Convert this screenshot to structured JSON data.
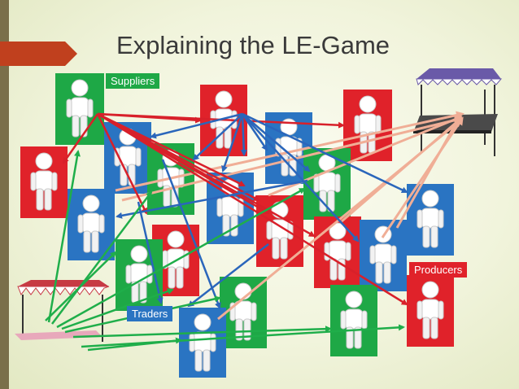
{
  "slide": {
    "title": "Explaining the LE-Game",
    "labels": {
      "suppliers": "Suppliers",
      "traders": "Traders",
      "producers": "Producers"
    }
  },
  "colors": {
    "green": "#1ea846",
    "red": "#e0222a",
    "blue": "#2a74c2",
    "arrow_red": "#d8202a",
    "arrow_blue": "#2a66bb",
    "arrow_green": "#1fae4a",
    "arrow_peach": "#f0ae96",
    "title_arrow": "#c0401e",
    "sidebar": "#7a6f4a"
  },
  "icons": [
    "stick-figure-icon",
    "market-stall-icon",
    "title-arrow-icon"
  ]
}
